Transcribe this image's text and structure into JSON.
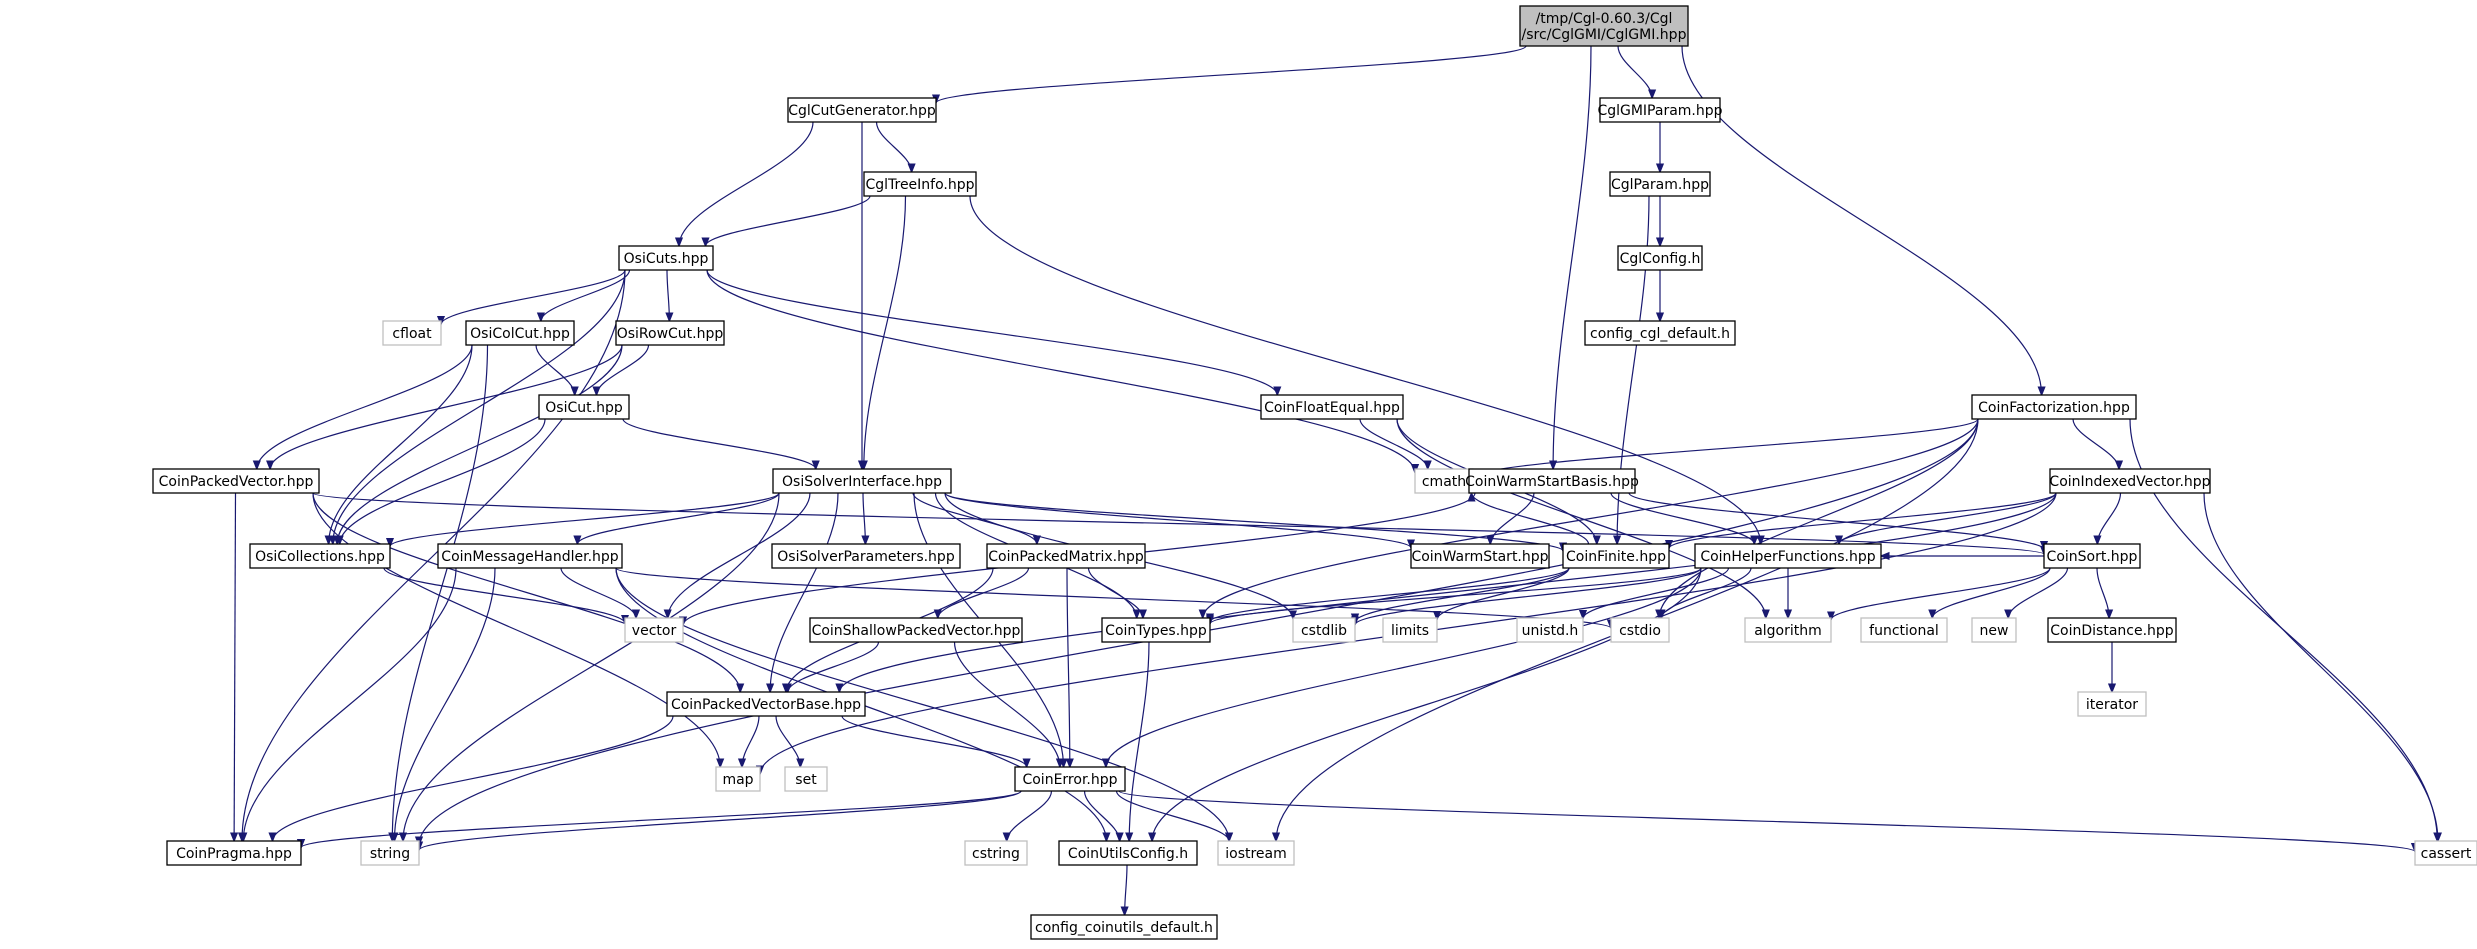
{
  "colors": {
    "edge": "#191970",
    "root_fill": "#bfbfbf",
    "local_border": "#000000",
    "system_border": "#bfbfbf"
  },
  "nodes": [
    {
      "id": "root",
      "label": [
        "/tmp/Cgl-0.60.3/Cgl",
        "/src/CglGMI/CglGMI.hpp"
      ],
      "kind": "root"
    },
    {
      "id": "CglCutGenerator",
      "label": [
        "CglCutGenerator.hpp"
      ],
      "kind": "local"
    },
    {
      "id": "CglGMIParam",
      "label": [
        "CglGMIParam.hpp"
      ],
      "kind": "local"
    },
    {
      "id": "CglTreeInfo",
      "label": [
        "CglTreeInfo.hpp"
      ],
      "kind": "local"
    },
    {
      "id": "CglParam",
      "label": [
        "CglParam.hpp"
      ],
      "kind": "local"
    },
    {
      "id": "OsiCuts",
      "label": [
        "OsiCuts.hpp"
      ],
      "kind": "local"
    },
    {
      "id": "CglConfig",
      "label": [
        "CglConfig.h"
      ],
      "kind": "local"
    },
    {
      "id": "cfloat",
      "label": [
        "cfloat"
      ],
      "kind": "system"
    },
    {
      "id": "OsiColCut",
      "label": [
        "OsiColCut.hpp"
      ],
      "kind": "local"
    },
    {
      "id": "OsiRowCut",
      "label": [
        "OsiRowCut.hpp"
      ],
      "kind": "local"
    },
    {
      "id": "config_cgl_default",
      "label": [
        "config_cgl_default.h"
      ],
      "kind": "local"
    },
    {
      "id": "OsiCut",
      "label": [
        "OsiCut.hpp"
      ],
      "kind": "local"
    },
    {
      "id": "CoinFloatEqual",
      "label": [
        "CoinFloatEqual.hpp"
      ],
      "kind": "local"
    },
    {
      "id": "CoinFactorization",
      "label": [
        "CoinFactorization.hpp"
      ],
      "kind": "local"
    },
    {
      "id": "CoinPackedVector",
      "label": [
        "CoinPackedVector.hpp"
      ],
      "kind": "local"
    },
    {
      "id": "OsiSolverInterface",
      "label": [
        "OsiSolverInterface.hpp"
      ],
      "kind": "local"
    },
    {
      "id": "cmath",
      "label": [
        "cmath"
      ],
      "kind": "system"
    },
    {
      "id": "CoinWarmStartBasis",
      "label": [
        "CoinWarmStartBasis.hpp"
      ],
      "kind": "local"
    },
    {
      "id": "CoinIndexedVector",
      "label": [
        "CoinIndexedVector.hpp"
      ],
      "kind": "local"
    },
    {
      "id": "OsiCollections",
      "label": [
        "OsiCollections.hpp"
      ],
      "kind": "local"
    },
    {
      "id": "CoinMessageHandler",
      "label": [
        "CoinMessageHandler.hpp"
      ],
      "kind": "local"
    },
    {
      "id": "OsiSolverParameters",
      "label": [
        "OsiSolverParameters.hpp"
      ],
      "kind": "local"
    },
    {
      "id": "CoinPackedMatrix",
      "label": [
        "CoinPackedMatrix.hpp"
      ],
      "kind": "local"
    },
    {
      "id": "CoinWarmStart",
      "label": [
        "CoinWarmStart.hpp"
      ],
      "kind": "local"
    },
    {
      "id": "CoinFinite",
      "label": [
        "CoinFinite.hpp"
      ],
      "kind": "local"
    },
    {
      "id": "CoinHelperFunctions",
      "label": [
        "CoinHelperFunctions.hpp"
      ],
      "kind": "local"
    },
    {
      "id": "CoinSort",
      "label": [
        "CoinSort.hpp"
      ],
      "kind": "local"
    },
    {
      "id": "vector",
      "label": [
        "vector"
      ],
      "kind": "system"
    },
    {
      "id": "CoinShallowPackedVector",
      "label": [
        "CoinShallowPackedVector.hpp"
      ],
      "kind": "local"
    },
    {
      "id": "CoinTypes",
      "label": [
        "CoinTypes.hpp"
      ],
      "kind": "local"
    },
    {
      "id": "cstdlib",
      "label": [
        "cstdlib"
      ],
      "kind": "system"
    },
    {
      "id": "limits",
      "label": [
        "limits"
      ],
      "kind": "system"
    },
    {
      "id": "unistd",
      "label": [
        "unistd.h"
      ],
      "kind": "system"
    },
    {
      "id": "cstdio",
      "label": [
        "cstdio"
      ],
      "kind": "system"
    },
    {
      "id": "algorithm",
      "label": [
        "algorithm"
      ],
      "kind": "system"
    },
    {
      "id": "functional",
      "label": [
        "functional"
      ],
      "kind": "system"
    },
    {
      "id": "new",
      "label": [
        "new"
      ],
      "kind": "system"
    },
    {
      "id": "CoinDistance",
      "label": [
        "CoinDistance.hpp"
      ],
      "kind": "local"
    },
    {
      "id": "CoinPackedVectorBase",
      "label": [
        "CoinPackedVectorBase.hpp"
      ],
      "kind": "local"
    },
    {
      "id": "iterator",
      "label": [
        "iterator"
      ],
      "kind": "system"
    },
    {
      "id": "map",
      "label": [
        "map"
      ],
      "kind": "system"
    },
    {
      "id": "set",
      "label": [
        "set"
      ],
      "kind": "system"
    },
    {
      "id": "CoinError",
      "label": [
        "CoinError.hpp"
      ],
      "kind": "local"
    },
    {
      "id": "CoinPragma",
      "label": [
        "CoinPragma.hpp"
      ],
      "kind": "local"
    },
    {
      "id": "string",
      "label": [
        "string"
      ],
      "kind": "system"
    },
    {
      "id": "cstring",
      "label": [
        "cstring"
      ],
      "kind": "system"
    },
    {
      "id": "CoinUtilsConfig",
      "label": [
        "CoinUtilsConfig.h"
      ],
      "kind": "local"
    },
    {
      "id": "iostream",
      "label": [
        "iostream"
      ],
      "kind": "system"
    },
    {
      "id": "cassert",
      "label": [
        "cassert"
      ],
      "kind": "system"
    },
    {
      "id": "config_coinutils_default",
      "label": [
        "config_coinutils_default.h"
      ],
      "kind": "local"
    }
  ],
  "edges": [
    [
      "root",
      "CglCutGenerator"
    ],
    [
      "root",
      "CglGMIParam"
    ],
    [
      "root",
      "CoinWarmStartBasis"
    ],
    [
      "root",
      "CoinFactorization"
    ],
    [
      "CglCutGenerator",
      "OsiCuts"
    ],
    [
      "CglCutGenerator",
      "OsiSolverInterface"
    ],
    [
      "CglCutGenerator",
      "CglTreeInfo"
    ],
    [
      "CglTreeInfo",
      "OsiCuts"
    ],
    [
      "CglTreeInfo",
      "OsiSolverInterface"
    ],
    [
      "CglTreeInfo",
      "CoinHelperFunctions"
    ],
    [
      "CglGMIParam",
      "CglParam"
    ],
    [
      "CglParam",
      "CglConfig"
    ],
    [
      "CglParam",
      "CoinFinite"
    ],
    [
      "CglConfig",
      "config_cgl_default"
    ],
    [
      "OsiCuts",
      "CoinPragma"
    ],
    [
      "OsiCuts",
      "cmath"
    ],
    [
      "OsiCuts",
      "cfloat"
    ],
    [
      "OsiCuts",
      "OsiCollections"
    ],
    [
      "OsiCuts",
      "OsiColCut"
    ],
    [
      "OsiCuts",
      "OsiRowCut"
    ],
    [
      "OsiCuts",
      "CoinFloatEqual"
    ],
    [
      "OsiColCut",
      "string"
    ],
    [
      "OsiColCut",
      "CoinPackedVector"
    ],
    [
      "OsiColCut",
      "OsiCollections"
    ],
    [
      "OsiColCut",
      "OsiCut"
    ],
    [
      "OsiRowCut",
      "CoinPackedVector"
    ],
    [
      "OsiRowCut",
      "OsiCollections"
    ],
    [
      "OsiRowCut",
      "OsiCut"
    ],
    [
      "OsiCut",
      "OsiSolverInterface"
    ],
    [
      "OsiCut",
      "OsiCollections"
    ],
    [
      "CoinFloatEqual",
      "algorithm"
    ],
    [
      "CoinFloatEqual",
      "cmath"
    ],
    [
      "CoinFloatEqual",
      "CoinFinite"
    ],
    [
      "CoinPackedVector",
      "map"
    ],
    [
      "CoinPackedVector",
      "CoinPragma"
    ],
    [
      "CoinPackedVector",
      "CoinPackedVectorBase"
    ],
    [
      "CoinPackedVector",
      "CoinSort"
    ],
    [
      "OsiSolverInterface",
      "cstdlib"
    ],
    [
      "OsiSolverInterface",
      "string"
    ],
    [
      "OsiSolverInterface",
      "vector"
    ],
    [
      "OsiSolverInterface",
      "CoinTypes"
    ],
    [
      "OsiSolverInterface",
      "CoinMessageHandler"
    ],
    [
      "OsiSolverInterface",
      "CoinPackedVectorBase"
    ],
    [
      "OsiSolverInterface",
      "CoinPackedMatrix"
    ],
    [
      "OsiSolverInterface",
      "CoinWarmStart"
    ],
    [
      "OsiSolverInterface",
      "CoinFinite"
    ],
    [
      "OsiSolverInterface",
      "CoinError"
    ],
    [
      "OsiSolverInterface",
      "OsiCollections"
    ],
    [
      "OsiSolverInterface",
      "OsiSolverParameters"
    ],
    [
      "OsiCollections",
      "vector"
    ],
    [
      "CoinMessageHandler",
      "CoinUtilsConfig"
    ],
    [
      "CoinMessageHandler",
      "CoinPragma"
    ],
    [
      "CoinMessageHandler",
      "iostream"
    ],
    [
      "CoinMessageHandler",
      "cstdio"
    ],
    [
      "CoinMessageHandler",
      "string"
    ],
    [
      "CoinMessageHandler",
      "vector"
    ],
    [
      "CoinPackedMatrix",
      "CoinError"
    ],
    [
      "CoinPackedMatrix",
      "CoinTypes"
    ],
    [
      "CoinPackedMatrix",
      "CoinShallowPackedVector"
    ],
    [
      "CoinPackedMatrix",
      "CoinPackedVectorBase"
    ],
    [
      "CoinShallowPackedVector",
      "CoinError"
    ],
    [
      "CoinShallowPackedVector",
      "CoinPackedVectorBase"
    ],
    [
      "CoinPackedVectorBase",
      "set"
    ],
    [
      "CoinPackedVectorBase",
      "map"
    ],
    [
      "CoinPackedVectorBase",
      "CoinPragma"
    ],
    [
      "CoinPackedVectorBase",
      "CoinError"
    ],
    [
      "CoinError",
      "string"
    ],
    [
      "CoinError",
      "iostream"
    ],
    [
      "CoinError",
      "cassert"
    ],
    [
      "CoinError",
      "cstring"
    ],
    [
      "CoinError",
      "CoinUtilsConfig"
    ],
    [
      "CoinError",
      "CoinPragma"
    ],
    [
      "CoinUtilsConfig",
      "config_coinutils_default"
    ],
    [
      "CoinTypes",
      "CoinUtilsConfig"
    ],
    [
      "CoinWarmStartBasis",
      "vector"
    ],
    [
      "CoinWarmStartBasis",
      "CoinSort"
    ],
    [
      "CoinWarmStartBasis",
      "CoinHelperFunctions"
    ],
    [
      "CoinWarmStartBasis",
      "CoinWarmStart"
    ],
    [
      "CoinHelperFunctions",
      "CoinUtilsConfig"
    ],
    [
      "CoinHelperFunctions",
      "unistd"
    ],
    [
      "CoinHelperFunctions",
      "cstdlib"
    ],
    [
      "CoinHelperFunctions",
      "cstdio"
    ],
    [
      "CoinHelperFunctions",
      "algorithm"
    ],
    [
      "CoinHelperFunctions",
      "CoinTypes"
    ],
    [
      "CoinHelperFunctions",
      "CoinError"
    ],
    [
      "CoinSort",
      "functional"
    ],
    [
      "CoinSort",
      "new"
    ],
    [
      "CoinSort",
      "CoinDistance"
    ],
    [
      "CoinSort",
      "CoinHelperFunctions"
    ],
    [
      "CoinSort",
      "algorithm"
    ],
    [
      "CoinDistance",
      "iterator"
    ],
    [
      "CoinFinite",
      "cstdlib"
    ],
    [
      "CoinFinite",
      "cmath"
    ],
    [
      "CoinFinite",
      "limits"
    ],
    [
      "CoinFinite",
      "CoinTypes"
    ],
    [
      "CoinFactorization",
      "iostream"
    ],
    [
      "CoinFactorization",
      "string"
    ],
    [
      "CoinFactorization",
      "cassert"
    ],
    [
      "CoinFactorization",
      "cstdio"
    ],
    [
      "CoinFactorization",
      "cmath"
    ],
    [
      "CoinFactorization",
      "CoinTypes"
    ],
    [
      "CoinFactorization",
      "CoinIndexedVector"
    ],
    [
      "CoinIndexedVector",
      "map"
    ],
    [
      "CoinIndexedVector",
      "cassert"
    ],
    [
      "CoinIndexedVector",
      "CoinFinite"
    ],
    [
      "CoinIndexedVector",
      "CoinHelperFunctions"
    ],
    [
      "CoinIndexedVector",
      "CoinPackedVectorBase"
    ],
    [
      "CoinIndexedVector",
      "CoinSort"
    ]
  ]
}
